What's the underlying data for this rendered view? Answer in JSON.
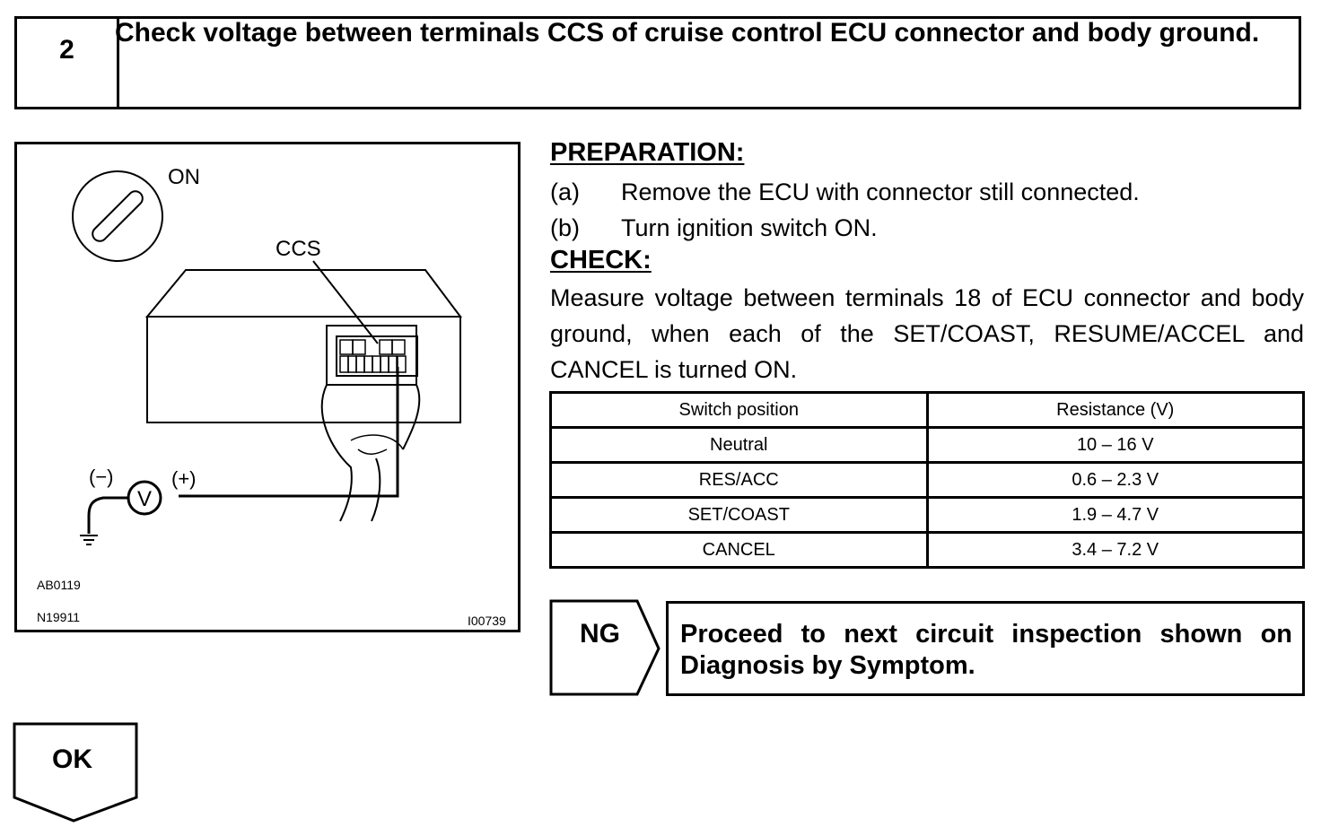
{
  "step": {
    "number": "2",
    "title": "Check voltage between terminals CCS of cruise control ECU connector and body ground."
  },
  "figure": {
    "ignition_label": "ON",
    "terminal_label": "CCS",
    "minus_label": "(−)",
    "plus_label": "(+)",
    "meter_label": "V",
    "codes": [
      "AB0119",
      "N19911",
      "I00739"
    ],
    "icons": [
      "ignition-switch-icon",
      "ecu-connector-icon",
      "voltmeter-icon",
      "ground-icon"
    ]
  },
  "preparation": {
    "heading": "PREPARATION:",
    "steps": [
      {
        "tag": "(a)",
        "text": "Remove the ECU with connector still connected."
      },
      {
        "tag": "(b)",
        "text": "Turn ignition switch ON."
      }
    ]
  },
  "check": {
    "heading": "CHECK:",
    "text": "Measure voltage between terminals 18 of ECU connector and body ground, when each of the SET/COAST, RESUME/ACCEL and CANCEL is turned ON."
  },
  "table": {
    "headers": [
      "Switch position",
      "Resistance (V)"
    ],
    "rows": [
      [
        "Neutral",
        "10 – 16 V"
      ],
      [
        "RES/ACC",
        "0.6 – 2.3 V"
      ],
      [
        "SET/COAST",
        "1.9 – 4.7 V"
      ],
      [
        "CANCEL",
        "3.4 – 7.2 V"
      ]
    ]
  },
  "ng": {
    "label": "NG",
    "text": "Proceed to next circuit inspection shown on Diagnosis by Symptom."
  },
  "ok": {
    "label": "OK"
  }
}
